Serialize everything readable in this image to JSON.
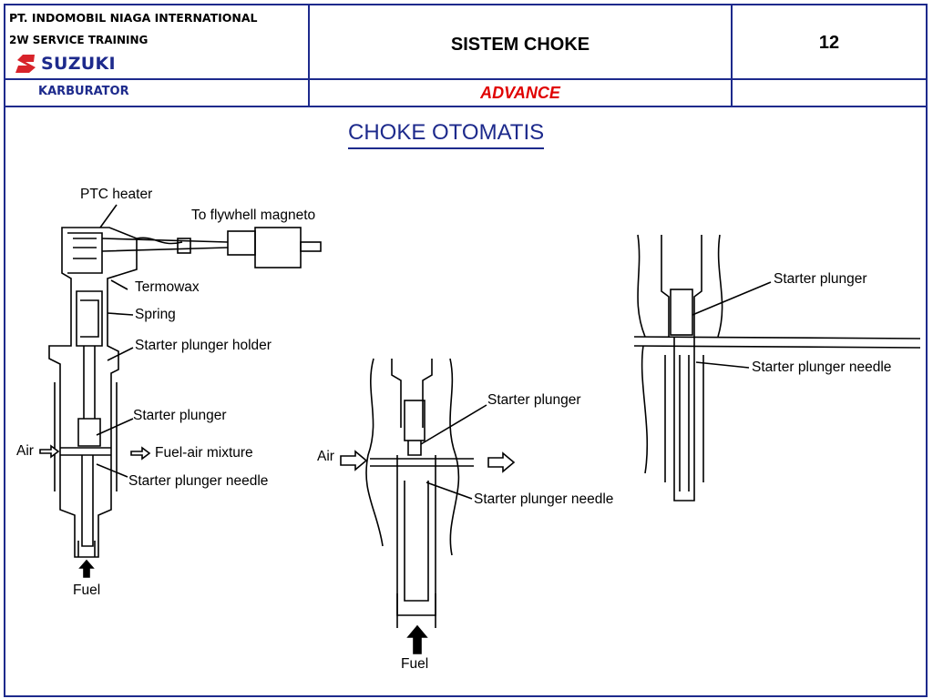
{
  "header": {
    "company": "PT. INDOMOBIL NIAGA INTERNATIONAL",
    "training": "2W SERVICE TRAINING",
    "logo_text": "SUZUKI",
    "title": "SISTEM CHOKE",
    "page_number": "12",
    "section": "KARBURATOR",
    "level": "ADVANCE"
  },
  "colors": {
    "border": "#1d2a8c",
    "heading": "#1d2a8c",
    "level": "#e00000",
    "logo": "#d8232a"
  },
  "content": {
    "title": "CHOKE OTOMATIS"
  },
  "diagram1": {
    "ptc_heater": "PTC heater",
    "to_flywheel": "To flywhell magneto",
    "termowax": "Termowax",
    "spring": "Spring",
    "holder": "Starter plunger holder",
    "plunger": "Starter plunger",
    "air": "Air",
    "mixture": "Fuel-air mixture",
    "needle": "Starter plunger needle",
    "fuel": "Fuel"
  },
  "diagram2": {
    "plunger": "Starter plunger",
    "air": "Air",
    "needle": "Starter plunger needle",
    "fuel": "Fuel"
  },
  "diagram3": {
    "plunger": "Starter plunger",
    "needle": "Starter plunger needle"
  }
}
